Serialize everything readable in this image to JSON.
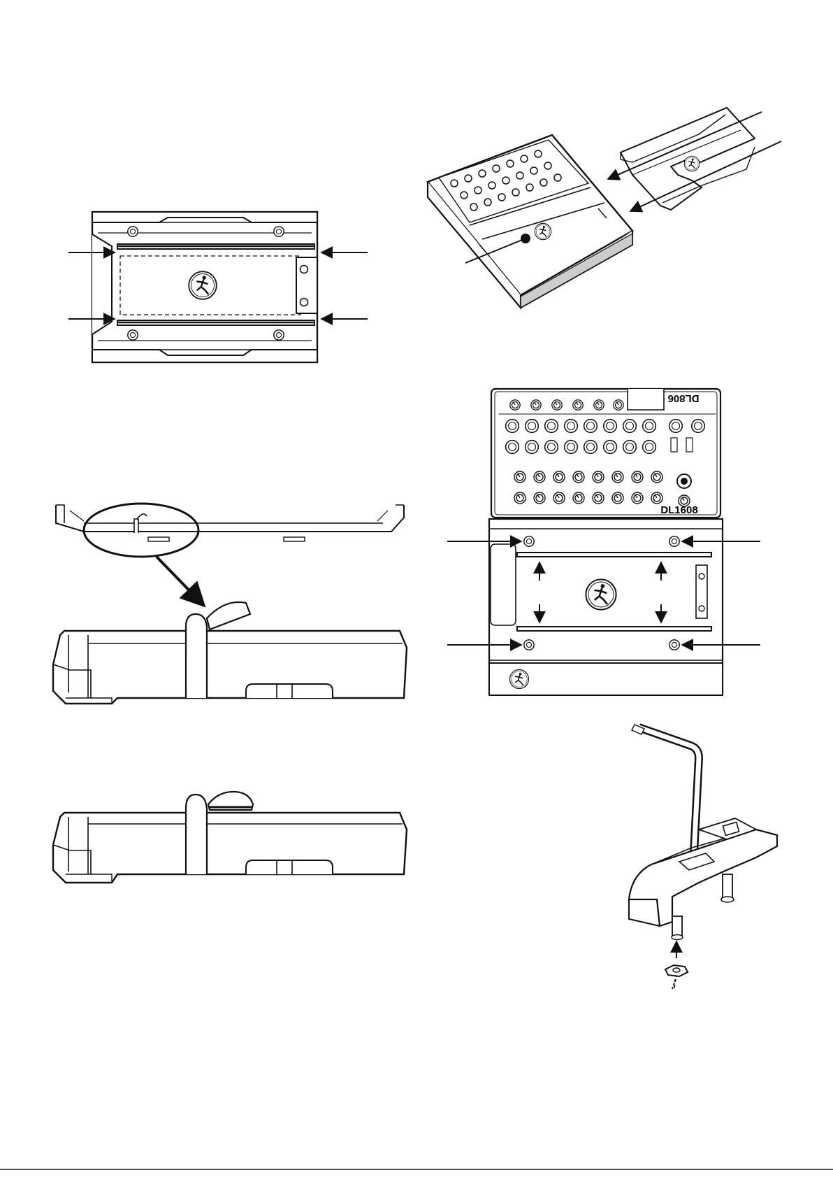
{
  "panels": {
    "top_view": {
      "caption": ""
    },
    "mounting_overview": {
      "caption": ""
    },
    "side_view_open": {
      "caption": ""
    },
    "mixer_on_tray": {
      "upper_model_label": "DL806",
      "lower_model_label": "DL1608"
    },
    "side_view_closed": {
      "caption": ""
    },
    "hex_key_assembly": {
      "caption": ""
    }
  },
  "icons": {
    "logo": "mackie-running-man-logo",
    "arrow": "arrow-icon"
  },
  "colors": {
    "ink": "#111111",
    "paper": "#ffffff",
    "shade": "#dddddd"
  }
}
